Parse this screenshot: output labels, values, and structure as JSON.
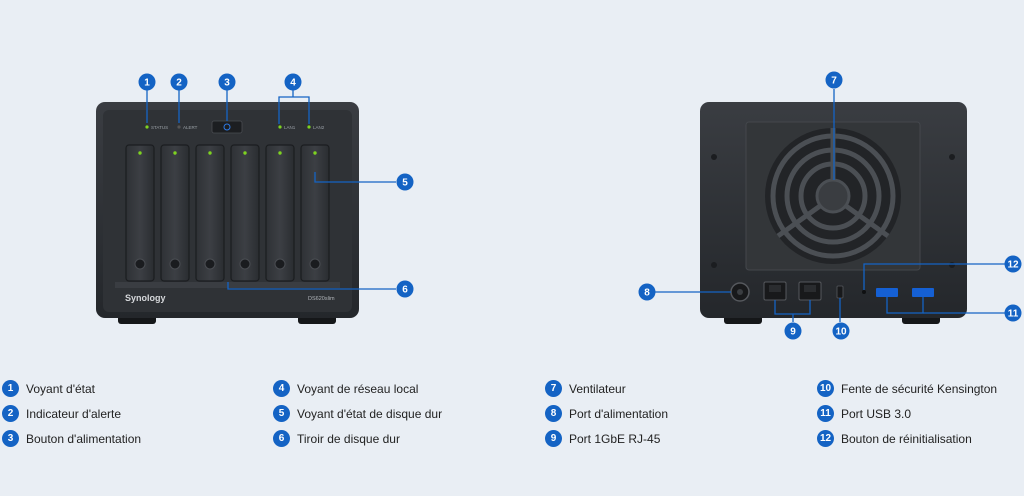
{
  "front": {
    "indicator_labels": [
      "STATUS",
      "ALERT",
      "LAN1",
      "LAN2"
    ],
    "brand": "Synology",
    "model": "DS620slim"
  },
  "legend": [
    {
      "num": "1",
      "label": "Voyant d'état"
    },
    {
      "num": "2",
      "label": "Indicateur d'alerte"
    },
    {
      "num": "3",
      "label": "Bouton d'alimentation"
    },
    {
      "num": "4",
      "label": "Voyant de réseau local"
    },
    {
      "num": "5",
      "label": "Voyant d'état de disque dur"
    },
    {
      "num": "6",
      "label": "Tiroir de disque dur"
    },
    {
      "num": "7",
      "label": "Ventilateur"
    },
    {
      "num": "8",
      "label": "Port d'alimentation"
    },
    {
      "num": "9",
      "label": "Port 1GbE RJ-45"
    },
    {
      "num": "10",
      "label": "Fente de sécurité Kensington"
    },
    {
      "num": "11",
      "label": "Port USB 3.0"
    },
    {
      "num": "12",
      "label": "Bouton de réinitialisation"
    }
  ],
  "colors": {
    "callout": "#1463c4",
    "chassis": "#2b2e32",
    "led": "#7ed321",
    "background": "#e9eef4"
  }
}
